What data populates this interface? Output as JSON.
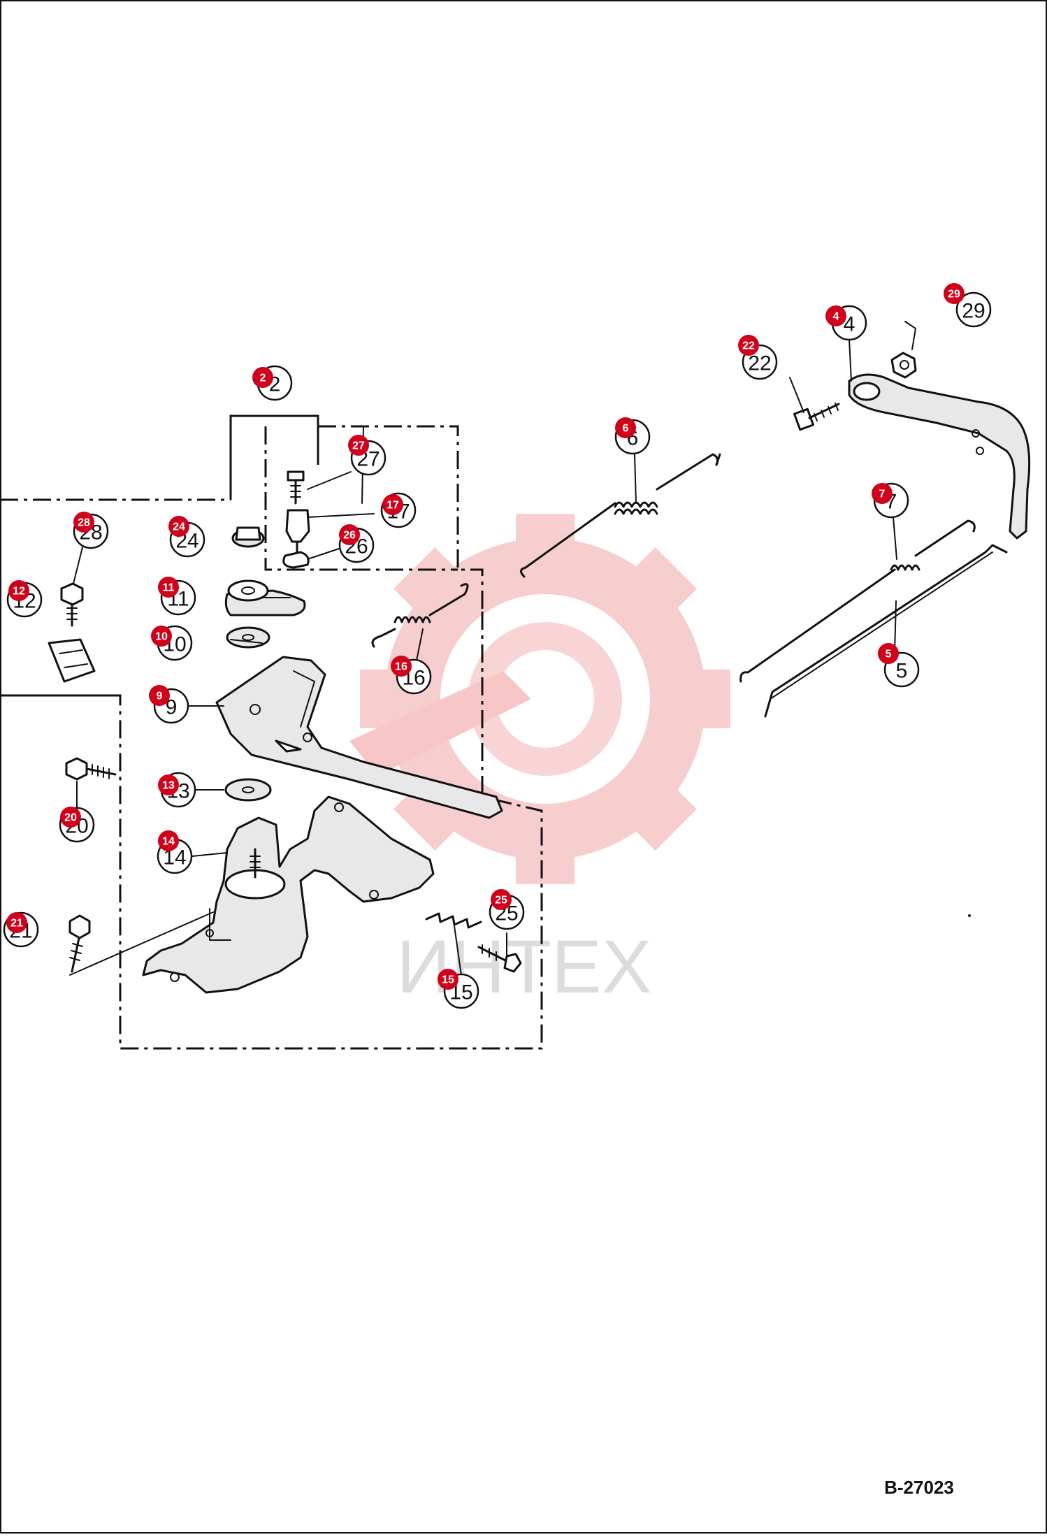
{
  "figure_ref": "B-27023",
  "watermark": {
    "text": "ИНТЕХ",
    "color": "#f7c9c9"
  },
  "colors": {
    "badge": "#d0021b",
    "line": "#111111"
  },
  "callouts": [
    {
      "id": "2",
      "badge": "2",
      "label": "2"
    },
    {
      "id": "4",
      "badge": "4",
      "label": "4"
    },
    {
      "id": "5",
      "badge": "5",
      "label": "5"
    },
    {
      "id": "6",
      "badge": "6",
      "label": "6"
    },
    {
      "id": "7",
      "badge": "7",
      "label": "7"
    },
    {
      "id": "9",
      "badge": "9",
      "label": "9"
    },
    {
      "id": "10",
      "badge": "10",
      "label": "10"
    },
    {
      "id": "11",
      "badge": "11",
      "label": "11"
    },
    {
      "id": "12",
      "badge": "12",
      "label": "12"
    },
    {
      "id": "13",
      "badge": "13",
      "label": "13"
    },
    {
      "id": "14",
      "badge": "14",
      "label": "14"
    },
    {
      "id": "15",
      "badge": "15",
      "label": "15"
    },
    {
      "id": "16",
      "badge": "16",
      "label": "16"
    },
    {
      "id": "17",
      "badge": "17",
      "label": "17"
    },
    {
      "id": "20",
      "badge": "20",
      "label": "20"
    },
    {
      "id": "21",
      "badge": "21",
      "label": "21"
    },
    {
      "id": "22",
      "badge": "22",
      "label": "22"
    },
    {
      "id": "24",
      "badge": "24",
      "label": "24"
    },
    {
      "id": "25",
      "badge": "25",
      "label": "25"
    },
    {
      "id": "26",
      "badge": "26",
      "label": "26"
    },
    {
      "id": "27",
      "badge": "27",
      "label": "27"
    },
    {
      "id": "28",
      "badge": "28",
      "label": "28"
    },
    {
      "id": "29",
      "badge": "29",
      "label": "29"
    }
  ]
}
